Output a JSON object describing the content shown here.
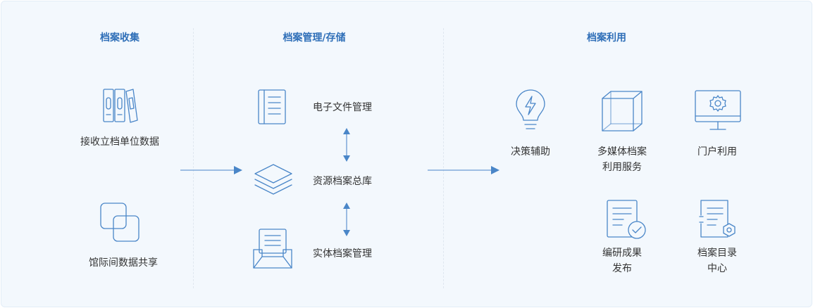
{
  "columns": {
    "collect": {
      "title": "档案收集",
      "items": [
        {
          "label": "接收立档单位数据",
          "icon": "binders-icon"
        },
        {
          "label": "馆际间数据共享",
          "icon": "linked-squares-icon"
        }
      ]
    },
    "manage": {
      "title": "档案管理/存储",
      "items": [
        {
          "label": "电子文件管理",
          "icon": "document-icon"
        },
        {
          "label": "资源档案总库",
          "icon": "layers-icon"
        },
        {
          "label": "实体档案管理",
          "icon": "inbox-tray-icon"
        }
      ]
    },
    "use": {
      "title": "档案利用",
      "items": [
        {
          "label": "决策辅助",
          "icon": "lightbulb-bolt-icon"
        },
        {
          "label_line1": "多媒体档案",
          "label_line2": "利用服务",
          "icon": "cube-icon"
        },
        {
          "label": "门户利用",
          "icon": "monitor-gear-icon"
        },
        {
          "label_line1": "编研成果",
          "label_line2": "发布",
          "icon": "document-check-icon"
        },
        {
          "label_line1": "档案目录",
          "label_line2": "中心",
          "icon": "catalog-hexagon-icon"
        }
      ]
    }
  },
  "colors": {
    "accent": "#4a86c8",
    "heading": "#2f6fb8",
    "text": "#333333",
    "background": "#f3f8fd"
  }
}
